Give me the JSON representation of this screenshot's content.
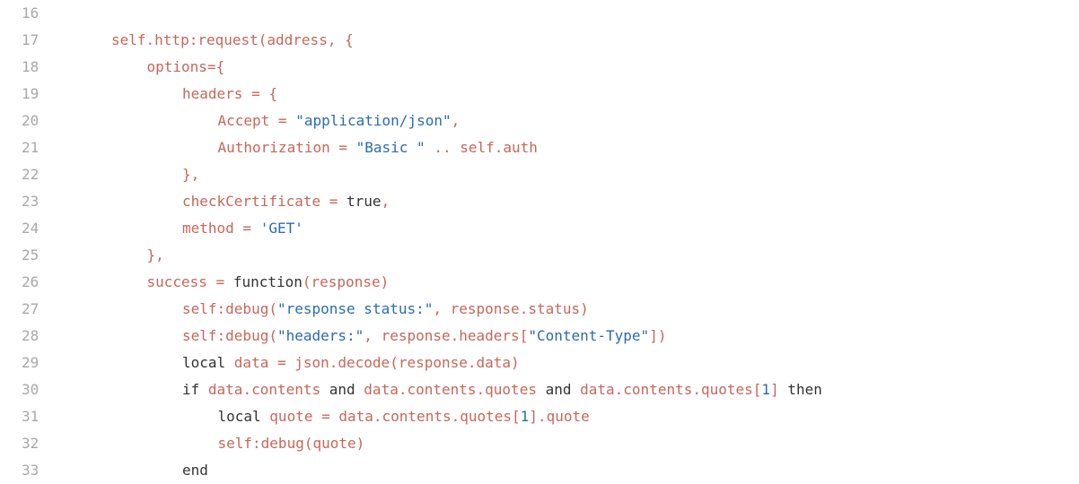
{
  "colors": {
    "identifier": "#c8675a",
    "string": "#2a6bb3",
    "keyword": "#333333",
    "line_number": "#a8a8a8",
    "background": "#ffffff"
  },
  "lines": [
    {
      "number": "16",
      "indent": 0,
      "tokens": []
    },
    {
      "number": "17",
      "indent": 0,
      "tokens": [
        {
          "t": "id",
          "v": "self.http:request(address, {"
        }
      ]
    },
    {
      "number": "18",
      "indent": 1,
      "tokens": [
        {
          "t": "id",
          "v": "options={"
        }
      ]
    },
    {
      "number": "19",
      "indent": 2,
      "tokens": [
        {
          "t": "id",
          "v": "headers = {"
        }
      ]
    },
    {
      "number": "20",
      "indent": 3,
      "tokens": [
        {
          "t": "id",
          "v": "Accept = "
        },
        {
          "t": "str",
          "v": "\"application/json\""
        },
        {
          "t": "id",
          "v": ","
        }
      ]
    },
    {
      "number": "21",
      "indent": 3,
      "tokens": [
        {
          "t": "id",
          "v": "Authorization = "
        },
        {
          "t": "str",
          "v": "\"Basic \""
        },
        {
          "t": "id",
          "v": " .. self.auth"
        }
      ]
    },
    {
      "number": "22",
      "indent": 2,
      "tokens": [
        {
          "t": "id",
          "v": "},"
        }
      ]
    },
    {
      "number": "23",
      "indent": 2,
      "tokens": [
        {
          "t": "id",
          "v": "checkCertificate = "
        },
        {
          "t": "kw",
          "v": "true"
        },
        {
          "t": "id",
          "v": ","
        }
      ]
    },
    {
      "number": "24",
      "indent": 2,
      "tokens": [
        {
          "t": "id",
          "v": "method = "
        },
        {
          "t": "str",
          "v": "'GET'"
        }
      ]
    },
    {
      "number": "25",
      "indent": 1,
      "tokens": [
        {
          "t": "id",
          "v": "},"
        }
      ]
    },
    {
      "number": "26",
      "indent": 1,
      "tokens": [
        {
          "t": "id",
          "v": "success = "
        },
        {
          "t": "kw",
          "v": "function"
        },
        {
          "t": "id",
          "v": "(response)"
        }
      ]
    },
    {
      "number": "27",
      "indent": 2,
      "tokens": [
        {
          "t": "id",
          "v": "self:debug("
        },
        {
          "t": "str",
          "v": "\"response status:\""
        },
        {
          "t": "id",
          "v": ", response.status)"
        }
      ]
    },
    {
      "number": "28",
      "indent": 2,
      "tokens": [
        {
          "t": "id",
          "v": "self:debug("
        },
        {
          "t": "str",
          "v": "\"headers:\""
        },
        {
          "t": "id",
          "v": ", response.headers["
        },
        {
          "t": "str",
          "v": "\"Content-Type\""
        },
        {
          "t": "id",
          "v": "])"
        }
      ]
    },
    {
      "number": "29",
      "indent": 2,
      "tokens": [
        {
          "t": "kw",
          "v": "local "
        },
        {
          "t": "id",
          "v": "data = json.decode(response.data)"
        }
      ]
    },
    {
      "number": "30",
      "indent": 2,
      "tokens": [
        {
          "t": "kw",
          "v": "if "
        },
        {
          "t": "id",
          "v": "data.contents "
        },
        {
          "t": "kw",
          "v": "and "
        },
        {
          "t": "id",
          "v": "data.contents.quotes "
        },
        {
          "t": "kw",
          "v": "and "
        },
        {
          "t": "id",
          "v": "data.contents.quotes["
        },
        {
          "t": "str",
          "v": "1"
        },
        {
          "t": "id",
          "v": "] "
        },
        {
          "t": "kw",
          "v": "then"
        }
      ]
    },
    {
      "number": "31",
      "indent": 3,
      "tokens": [
        {
          "t": "kw",
          "v": "local "
        },
        {
          "t": "id",
          "v": "quote = data.contents.quotes["
        },
        {
          "t": "str",
          "v": "1"
        },
        {
          "t": "id",
          "v": "].quote"
        }
      ]
    },
    {
      "number": "32",
      "indent": 3,
      "tokens": [
        {
          "t": "id",
          "v": "self:debug(quote)"
        }
      ]
    },
    {
      "number": "33",
      "indent": 2,
      "tokens": [
        {
          "t": "kw",
          "v": "end"
        }
      ]
    }
  ]
}
